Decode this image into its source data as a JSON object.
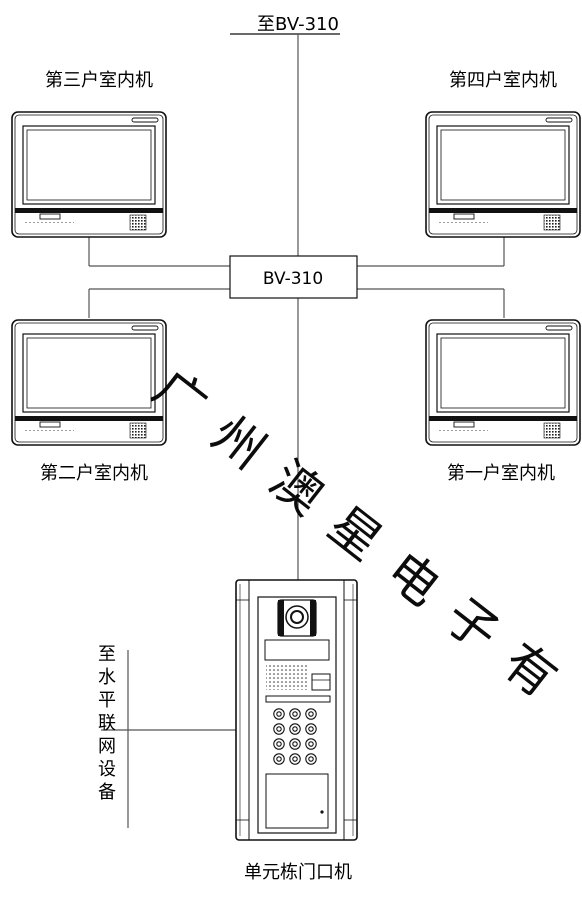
{
  "top_label": "至BV-310",
  "switch_label": "BV-310",
  "monitors": {
    "third": "第三户室内机",
    "fourth": "第四户室内机",
    "second": "第二户室内机",
    "first": "第一户室内机"
  },
  "side_label": "至水平联网设备",
  "door_unit_label": "单元栋门口机",
  "watermark": "广州澳星电子有",
  "watermark_color": "#ff33cc",
  "line_color": "#555555"
}
